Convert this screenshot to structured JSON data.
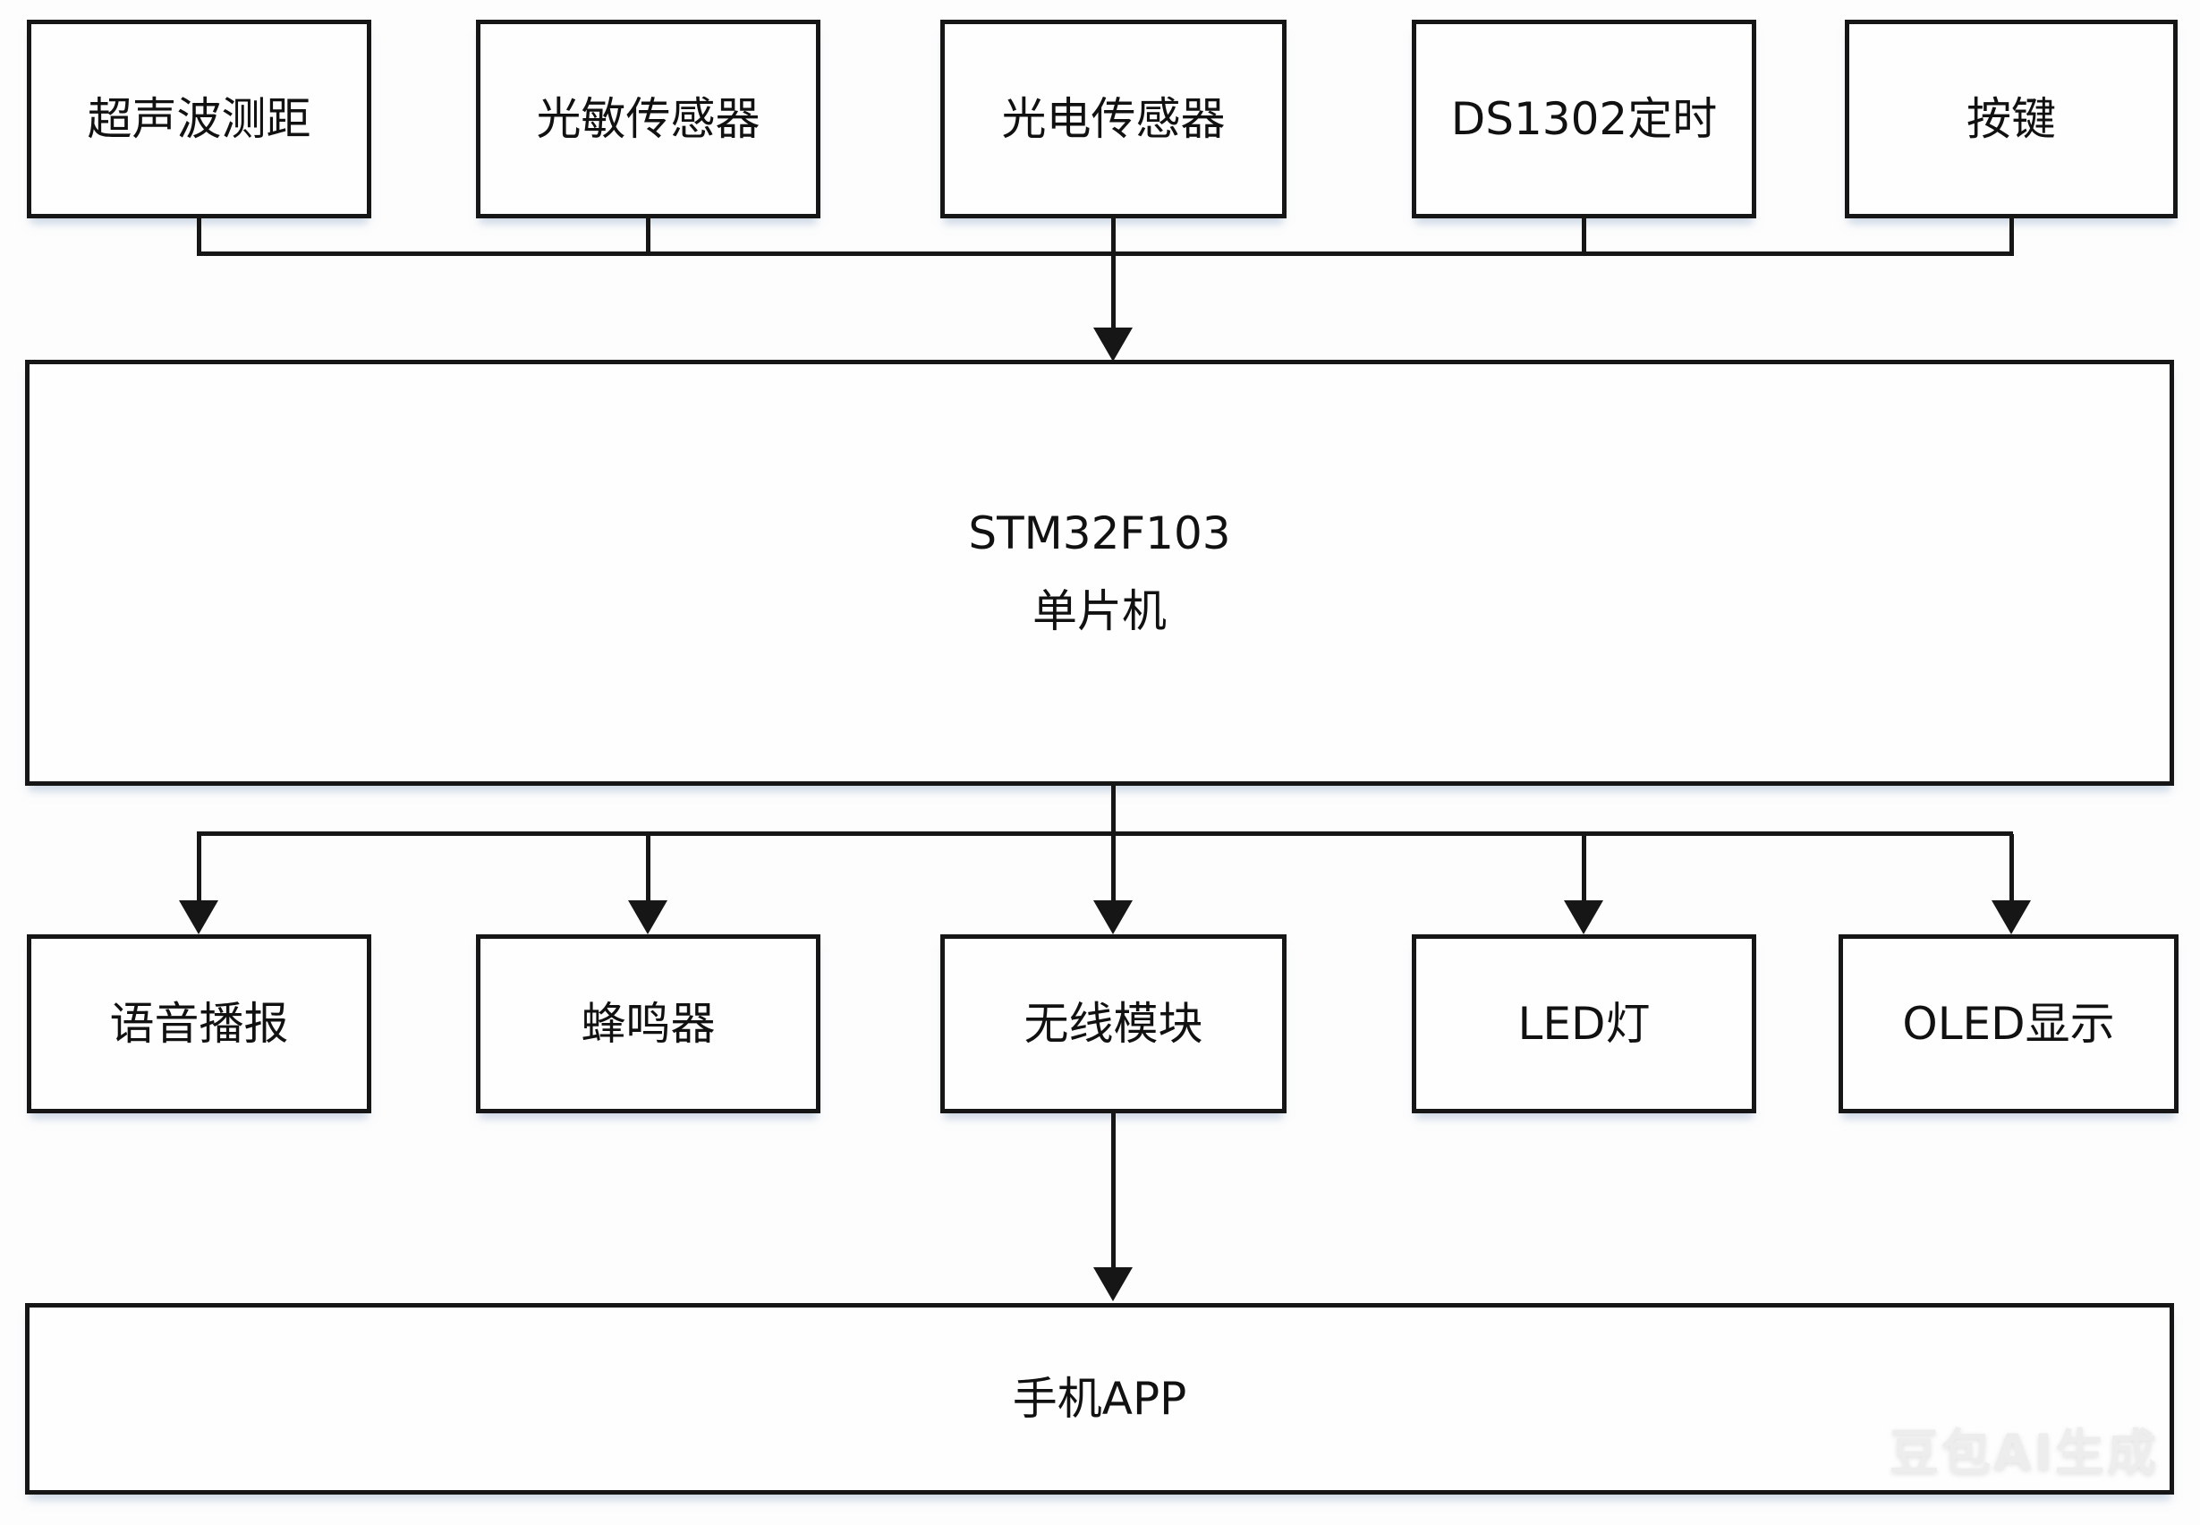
{
  "diagram": {
    "inputs": [
      {
        "label": "超声波测距"
      },
      {
        "label": "光敏传感器"
      },
      {
        "label": "光电传感器"
      },
      {
        "label": "DS1302定时"
      },
      {
        "label": "按键"
      }
    ],
    "controller": {
      "line1": "STM32F103",
      "line2": "单片机"
    },
    "outputs": [
      {
        "label": "语音播报"
      },
      {
        "label": "蜂鸣器"
      },
      {
        "label": "无线模块"
      },
      {
        "label": "LED灯"
      },
      {
        "label": "OLED显示"
      }
    ],
    "app": {
      "label": "手机APP"
    },
    "watermark": "豆包AI生成",
    "colors": {
      "line": "#161616",
      "box_border": "#161616",
      "background": "#fdfdfd",
      "text": "#111111",
      "watermark": "#ededed"
    }
  }
}
